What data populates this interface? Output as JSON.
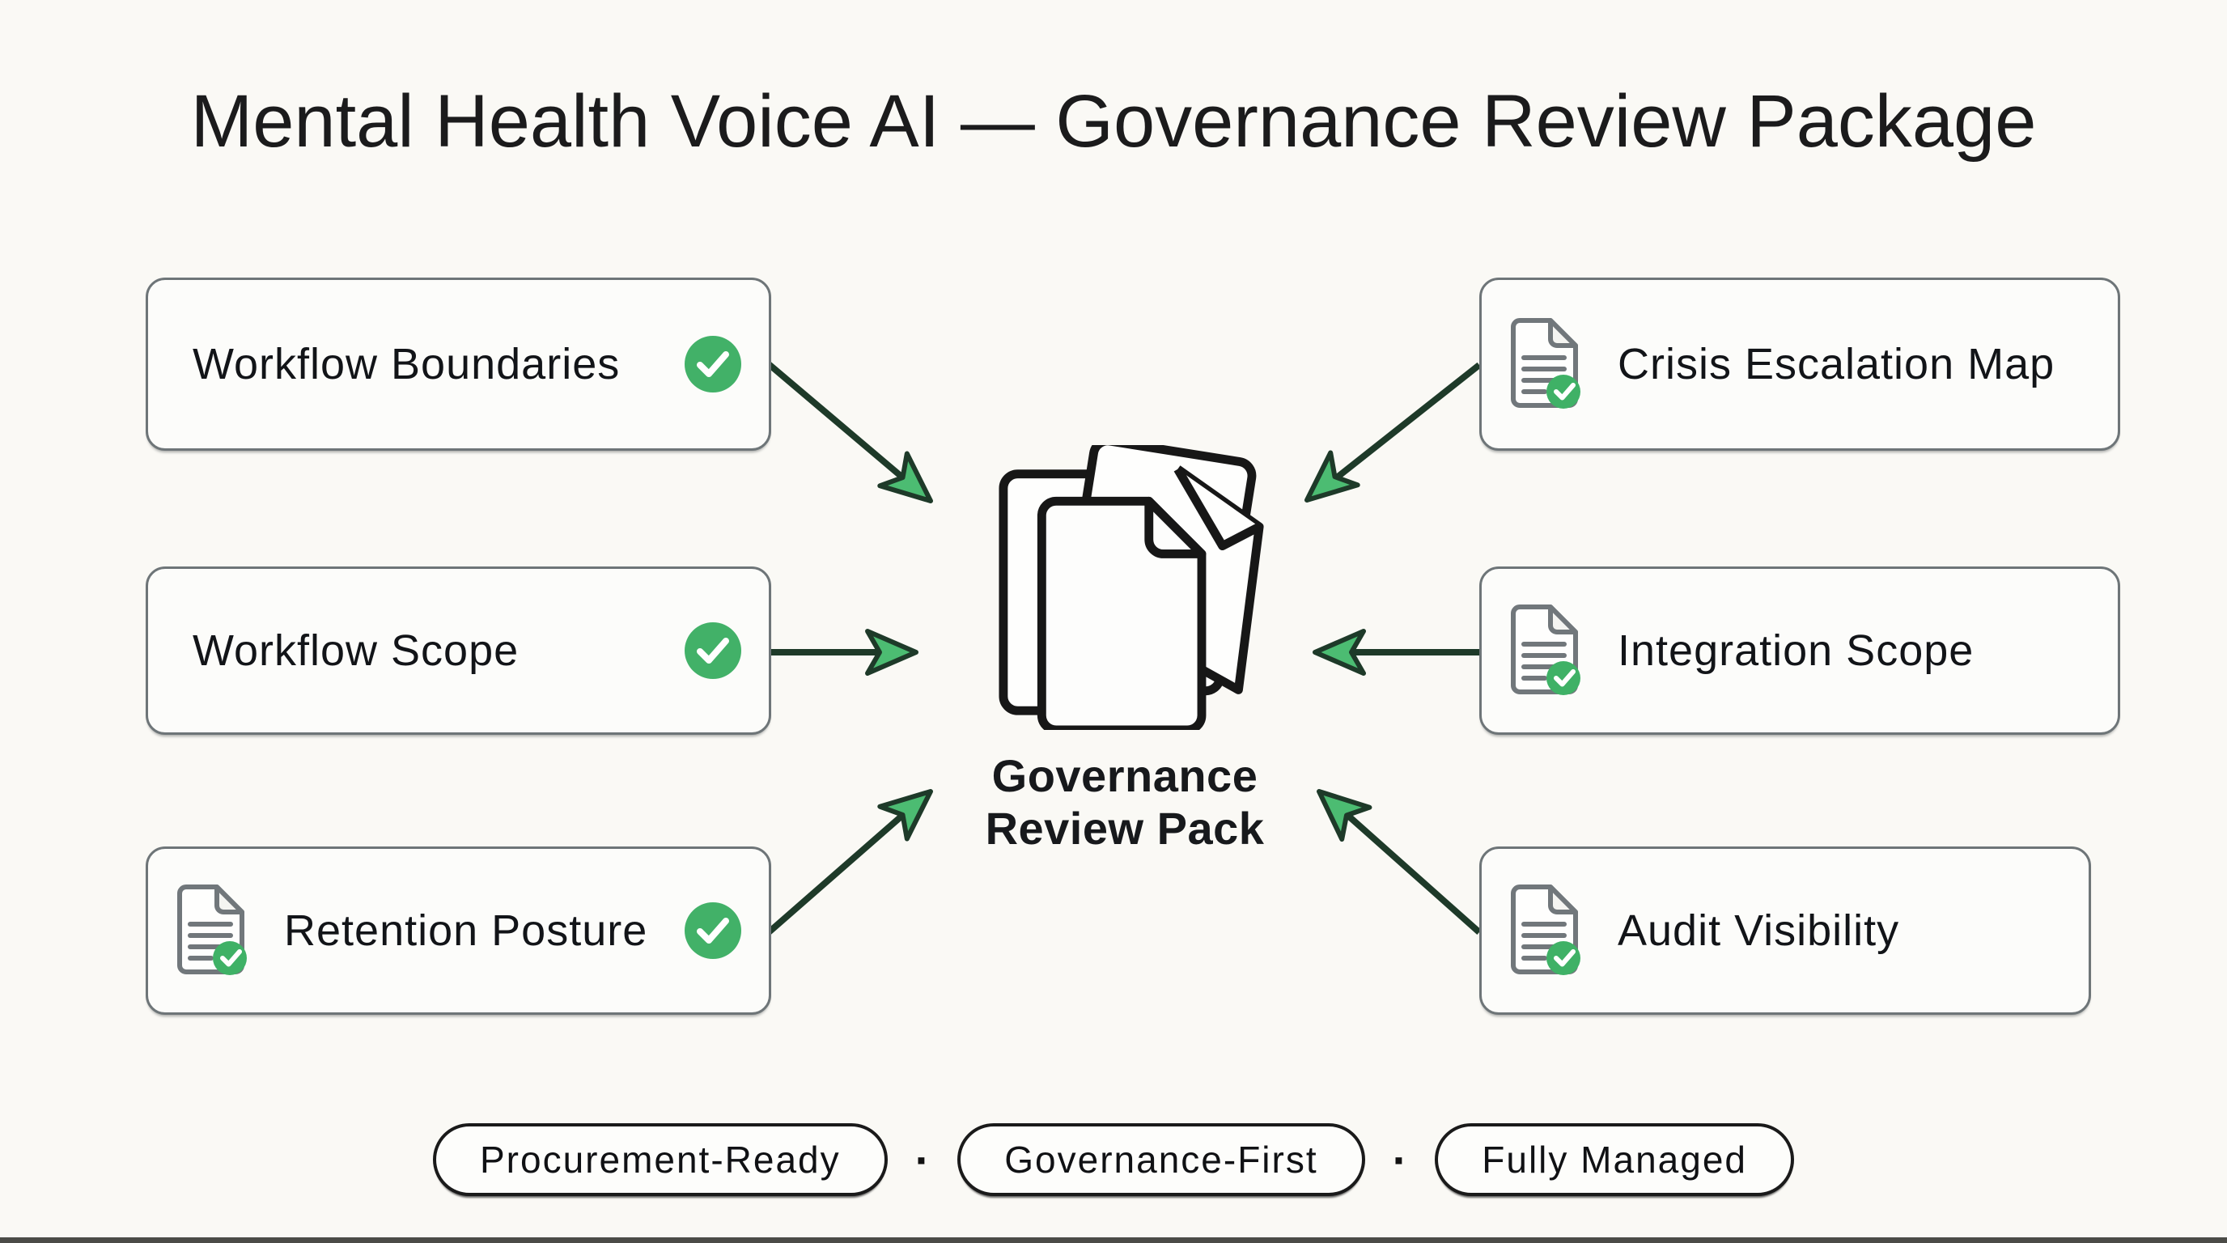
{
  "title": "Mental Health Voice AI — Governance Review Package",
  "center": {
    "label_line1": "Governance",
    "label_line2": "Review Pack"
  },
  "sources": {
    "left": [
      {
        "label": "Workflow Boundaries",
        "doc_icon": false,
        "checked": true
      },
      {
        "label": "Workflow Scope",
        "doc_icon": false,
        "checked": true
      },
      {
        "label": "Retention Posture",
        "doc_icon": true,
        "checked": true
      }
    ],
    "right": [
      {
        "label": "Crisis Escalation Map",
        "doc_icon": true,
        "checked": true
      },
      {
        "label": "Integration Scope",
        "doc_icon": true,
        "checked": true
      },
      {
        "label": "Audit Visibility",
        "doc_icon": true,
        "checked": true
      }
    ]
  },
  "badges": {
    "separator": "·",
    "items": [
      "Procurement-Ready",
      "Governance-First",
      "Fully Managed"
    ]
  },
  "colors": {
    "background": "#FAF9F5",
    "box_border": "#6E7578",
    "accent_green": "#42B168",
    "arrow_stroke": "#1E3A29",
    "arrowhead_fill": "#4CBC72",
    "pill_border": "#1A1A1A",
    "bottom_bar": "#4B4B47"
  }
}
